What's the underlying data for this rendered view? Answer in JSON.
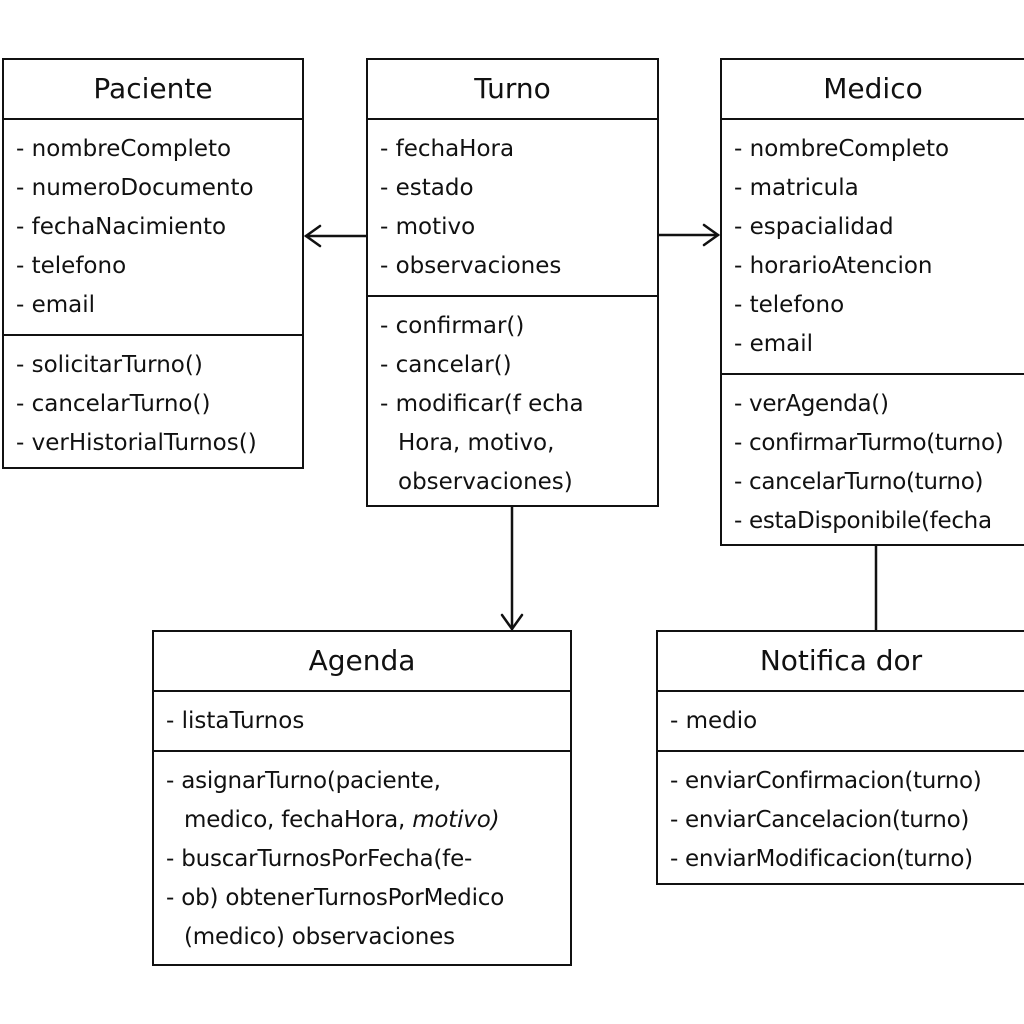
{
  "classes": {
    "paciente": {
      "name": "Paciente",
      "attributes": [
        "- nombreCompleto",
        "- numeroDocumento",
        "- fechaNacimiento",
        "- telefono",
        "- email"
      ],
      "operations": [
        "- solicitarTurno()",
        "- cancelarTurno()",
        "- verHistorialTurnos()"
      ]
    },
    "turno": {
      "name": "Turno",
      "attributes": [
        "- fechaHora",
        "- estado",
        "- motivo",
        "- observaciones"
      ],
      "operations": [
        "- confirmar()",
        "- cancelar()",
        "- modificar(f echa",
        "Hora, motivo,",
        "observaciones)"
      ]
    },
    "medico": {
      "name": "Medico",
      "attributes": [
        "- nombreCompleto",
        "- matricula",
        "- espacialidad",
        "- horarioAtencion",
        "- telefono",
        "- email"
      ],
      "operations": [
        "- verAgenda()",
        "- confirmarTurmo(turno)",
        "- cancelarTurno(turno)",
        "- estaDisponibile(fecha"
      ]
    },
    "agenda": {
      "name": "Agenda",
      "attributes": [
        "- listaTurnos"
      ],
      "operations": [
        "- asignarTurno(paciente,",
        "medico, fechaHora,",
        "motivo)",
        "- buscarTurnosPorFecha(fe-",
        "- ob) obtenerTurnosPorMedico",
        "(medico) observaciones"
      ]
    },
    "notificador": {
      "name": "Notifica dor",
      "attributes": [
        "- medio"
      ],
      "operations": [
        "- enviarConfirmacion(turno)",
        "- enviarCancelacion(turno)",
        "- enviarModificacion(turno)"
      ]
    }
  },
  "relations": [
    {
      "from": "Turno",
      "to": "Paciente",
      "type": "arrow"
    },
    {
      "from": "Turno",
      "to": "Medico",
      "type": "arrow"
    },
    {
      "from": "Turno",
      "to": "Agenda",
      "type": "arrow"
    },
    {
      "from": "Medico",
      "to": "Notifica dor",
      "type": "line"
    }
  ],
  "colors": {
    "stroke": "#111111",
    "background": "#ffffff"
  }
}
